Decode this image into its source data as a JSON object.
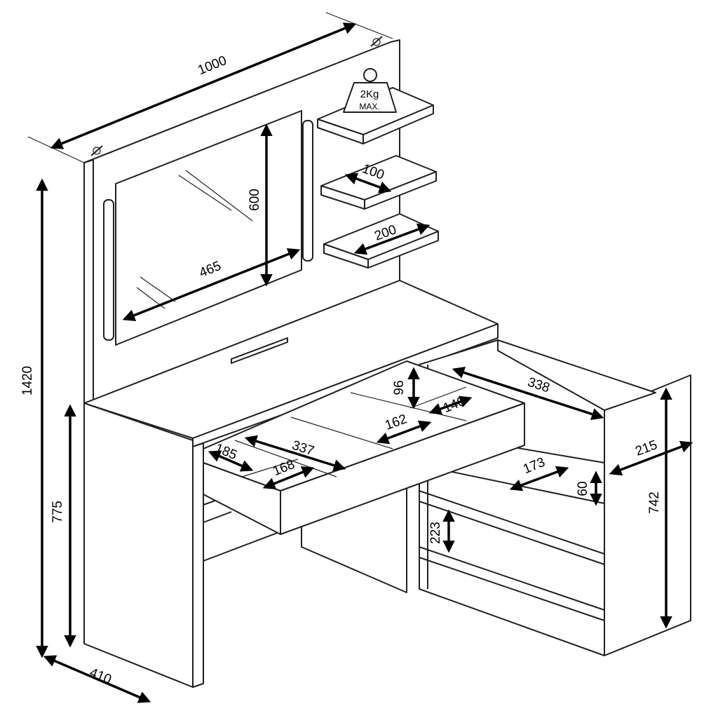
{
  "title": "Dressing table with mirror, shelves and drawers – dimensions (mm)",
  "weight_badge": {
    "line1": "2Kg",
    "line2": "MAX."
  },
  "dimensions": {
    "total_width": "1000",
    "total_height": "1420",
    "desk_height": "775",
    "depth": "410",
    "mirror_height": "600",
    "mirror_width": "465",
    "shelf_small": "100",
    "shelf_large": "200",
    "drawer_height": "96",
    "side_cabinet_depth": "338",
    "tray_140": "140",
    "tray_162": "162",
    "tray_185": "185",
    "tray_337": "337",
    "tray_168": "168",
    "cabinet_shelf_173": "173",
    "cabinet_shelf_60": "60",
    "cabinet_gap_223": "223",
    "cabinet_width": "215",
    "cabinet_height": "742"
  }
}
